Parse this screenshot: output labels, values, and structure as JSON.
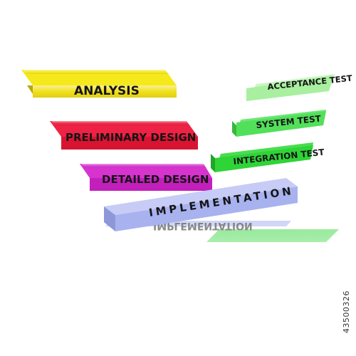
{
  "diagram": {
    "left_arm": [
      {
        "label": "ANALYSIS",
        "color": "#f5e81b"
      },
      {
        "label": "PRELIMINARY DESIGN",
        "color": "#ee2244"
      },
      {
        "label": "DETAILED DESIGN",
        "color": "#d633cf"
      }
    ],
    "bottom": {
      "label": "IMPLEMENTATION",
      "color": "#a8b2ef"
    },
    "right_arm": [
      {
        "label": "ACCEPTANCE TEST",
        "color": "#a8f0a0"
      },
      {
        "label": "SYSTEM TEST",
        "color": "#52e05a"
      },
      {
        "label": "INTEGRATION TEST",
        "color": "#2fd437"
      }
    ],
    "stock_id": "43500326"
  }
}
